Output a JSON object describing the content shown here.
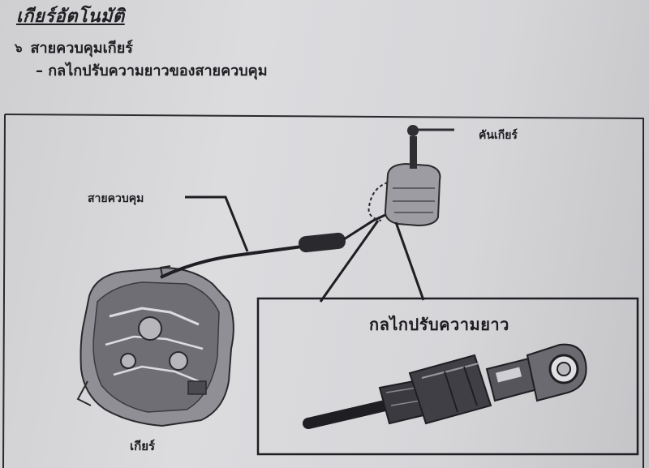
{
  "header": {
    "title": "เกียร์อัตโนมัติ",
    "section_number": "๖",
    "section_title": "สายควบคุมเกียร์",
    "sub_item": "– กลไกปรับความยาวของสายควบคุม"
  },
  "figure": {
    "labels": {
      "control_cable": "สายควบคุม",
      "gear_lever": "คันเกียร์",
      "transmission": "เกียร์",
      "length_adjuster": "กลไกปรับความยาว"
    }
  }
}
